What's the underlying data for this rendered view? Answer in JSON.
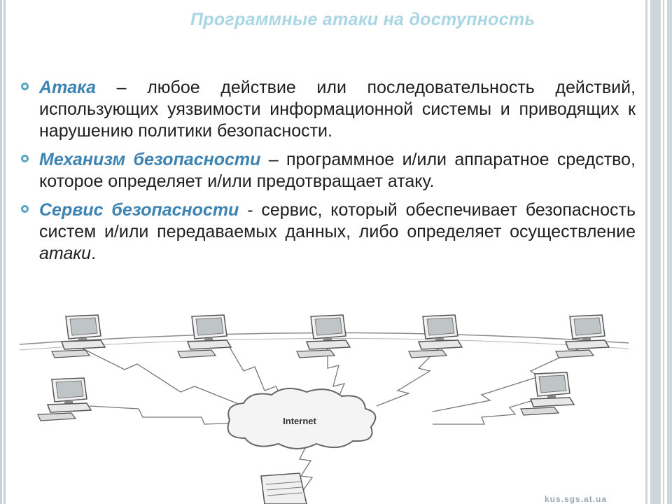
{
  "slide": {
    "title": "Программные  атаки на доступность",
    "bullets": [
      {
        "term": "Атака",
        "text": " – любое действие или последовательность действий, использующих уязвимости информационной системы и приводящих к нарушению политики безопасности."
      },
      {
        "term": "Механизм безопасности",
        "text": " – программное и/или аппаратное средство, которое определяет и/или предотвращает атаку."
      },
      {
        "term": "Сервис безопасности",
        "text": " - сервис, который обеспечивает безопасность систем и/или передаваемых данных, либо определяет осуществление ",
        "emphasis": "атаки",
        "tail": "."
      }
    ]
  },
  "diagram": {
    "cloud_label": "Internet"
  },
  "watermark": "kus.sgs.at.ua",
  "colors": {
    "title": "#a9d6e5",
    "term": "#3c83b3",
    "bullet": "#5aa6c4",
    "text": "#1f1f1f"
  }
}
